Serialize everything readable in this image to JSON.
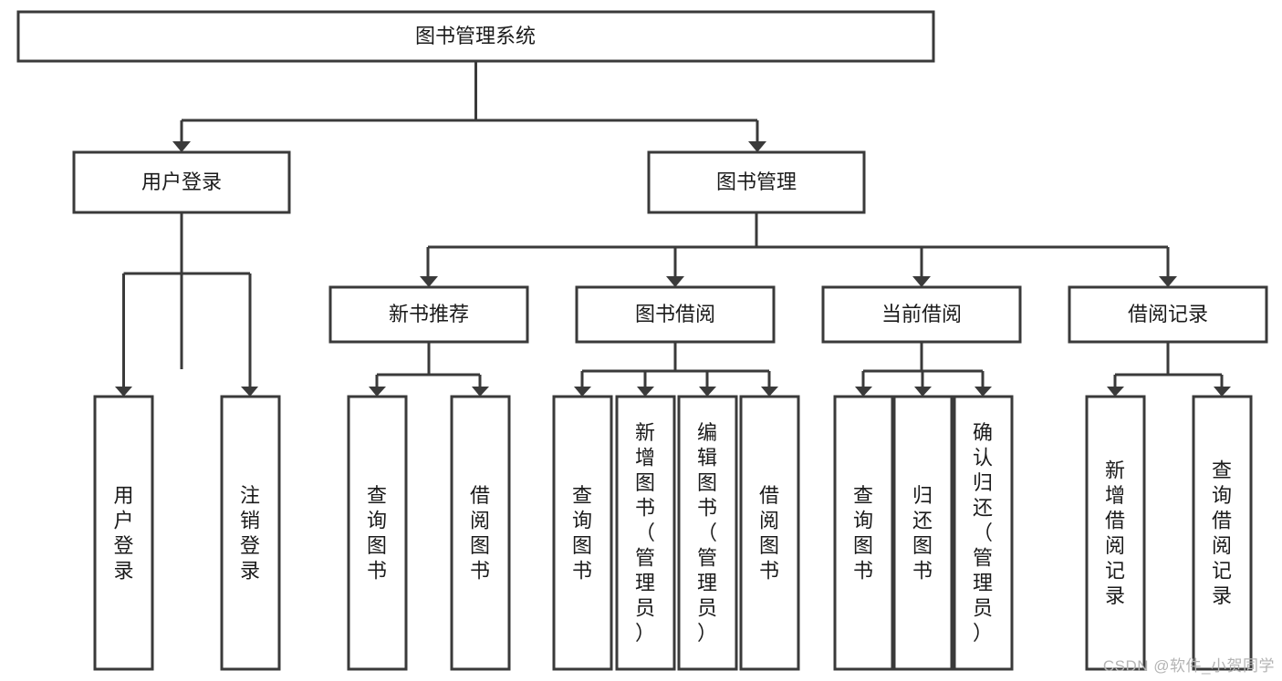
{
  "diagram": {
    "title": "图书管理系统",
    "type": "tree",
    "orientation": "top-down",
    "colors": {
      "stroke": "#3a3a3a",
      "box_fill": "#ffffff",
      "text": "#1b1b1b",
      "background": "#ffffff",
      "watermark": "#b4b4b4"
    },
    "root": {
      "id": "root",
      "label": "图书管理系统",
      "text_orientation": "horizontal"
    },
    "level2": [
      {
        "id": "user-login",
        "label": "用户登录",
        "text_orientation": "horizontal"
      },
      {
        "id": "book-management",
        "label": "图书管理",
        "text_orientation": "horizontal"
      }
    ],
    "level3": [
      {
        "id": "new-book-recommend",
        "label": "新书推荐",
        "text_orientation": "horizontal",
        "parent": "book-management"
      },
      {
        "id": "book-borrow",
        "label": "图书借阅",
        "text_orientation": "horizontal",
        "parent": "book-management"
      },
      {
        "id": "current-borrow",
        "label": "当前借阅",
        "text_orientation": "horizontal",
        "parent": "book-management"
      },
      {
        "id": "borrow-record",
        "label": "借阅记录",
        "text_orientation": "horizontal",
        "parent": "book-management"
      }
    ],
    "leaves": {
      "user-login": [
        {
          "id": "leaf-user-login",
          "label": "用户登录",
          "text_orientation": "vertical"
        },
        {
          "id": "leaf-logout",
          "label": "注销登录",
          "text_orientation": "vertical"
        }
      ],
      "new-book-recommend": [
        {
          "id": "leaf-query-book-1",
          "label": "查询图书",
          "text_orientation": "vertical"
        },
        {
          "id": "leaf-borrow-book-1",
          "label": "借阅图书",
          "text_orientation": "vertical"
        }
      ],
      "book-borrow": [
        {
          "id": "leaf-query-book-2",
          "label": "查询图书",
          "text_orientation": "vertical"
        },
        {
          "id": "leaf-add-book",
          "label": "新增图书（管理员）",
          "text_orientation": "vertical"
        },
        {
          "id": "leaf-edit-book",
          "label": "编辑图书（管理员）",
          "text_orientation": "vertical"
        },
        {
          "id": "leaf-borrow-book-2",
          "label": "借阅图书",
          "text_orientation": "vertical"
        }
      ],
      "current-borrow": [
        {
          "id": "leaf-query-book-3",
          "label": "查询图书",
          "text_orientation": "vertical"
        },
        {
          "id": "leaf-return-book",
          "label": "归还图书",
          "text_orientation": "vertical"
        },
        {
          "id": "leaf-confirm-return",
          "label": "确认归还（管理员）",
          "text_orientation": "vertical"
        }
      ],
      "borrow-record": [
        {
          "id": "leaf-add-record",
          "label": "新增借阅记录",
          "text_orientation": "vertical"
        },
        {
          "id": "leaf-query-record",
          "label": "查询借阅记录",
          "text_orientation": "vertical"
        }
      ]
    }
  },
  "watermark": {
    "label": "CSDN @软件_小贺同学"
  }
}
